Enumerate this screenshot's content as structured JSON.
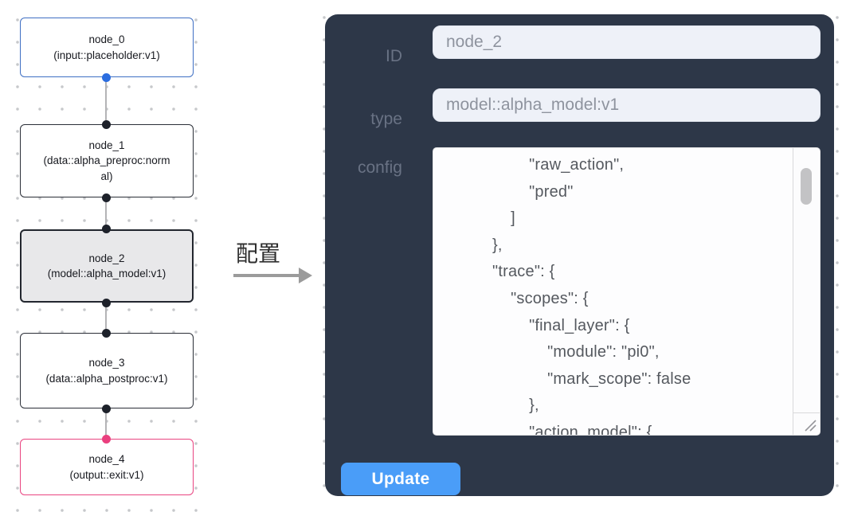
{
  "graph": {
    "nodes": [
      {
        "name": "node_0",
        "type_label": "(input::placeholder:v1)"
      },
      {
        "name": "node_1",
        "type_label": "(data::alpha_preproc:normal)"
      },
      {
        "name": "node_2",
        "type_label": "(model::alpha_model:v1)"
      },
      {
        "name": "node_3",
        "type_label": "(data::alpha_postproc:v1)"
      },
      {
        "name": "node_4",
        "type_label": "(output::exit:v1)"
      }
    ]
  },
  "annotation": {
    "label": "配置",
    "arrow_icon": "right-arrow"
  },
  "panel": {
    "id_label": "ID",
    "id_value": "node_2",
    "type_label": "type",
    "type_value": "model::alpha_model:v1",
    "config_label": "config",
    "config_text": "                \"raw_action\",\n                \"pred\"\n            ]\n        },\n        \"trace\": {\n            \"scopes\": {\n                \"final_layer\": {\n                    \"module\": \"pi0\",\n                    \"mark_scope\": false\n                },\n                \"action_model\": {",
    "update_label": "Update"
  },
  "colors": {
    "panel_bg": "#2d3748",
    "accent_blue": "#4a9df8",
    "input_node_border": "#3f6fc3",
    "output_node_border": "#e94480",
    "selected_node_bg": "#e8e8ea",
    "input_port_dot": "#2b6de0",
    "output_port_dot": "#ea3f7e",
    "field_bg": "#eef1f8",
    "label_gray": "#697284"
  }
}
